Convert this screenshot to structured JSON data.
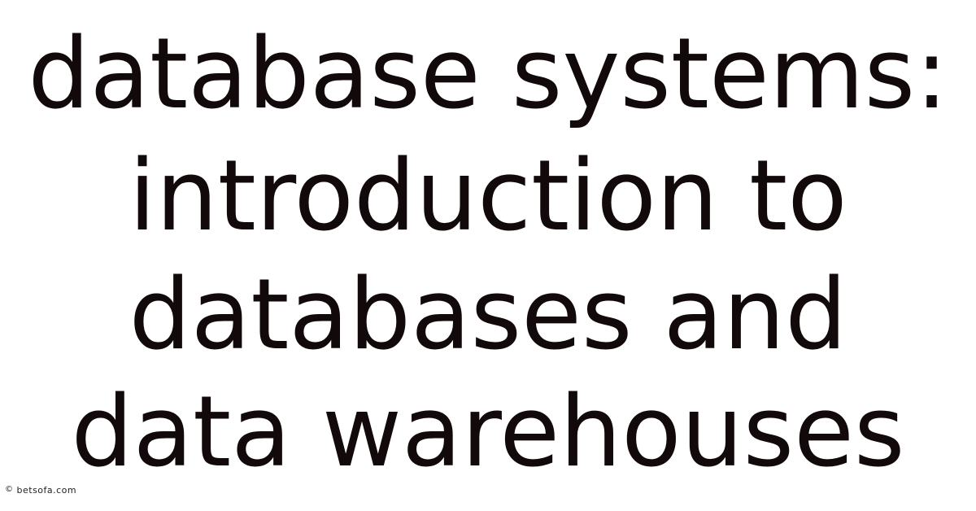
{
  "headline": {
    "lines": [
      "database systems:",
      "introduction to",
      "databases and",
      "data warehouses"
    ],
    "color": "#120a0a"
  },
  "watermark": {
    "icon": "copyright-icon",
    "text": "betsofa.com"
  },
  "background": "#ffffff"
}
